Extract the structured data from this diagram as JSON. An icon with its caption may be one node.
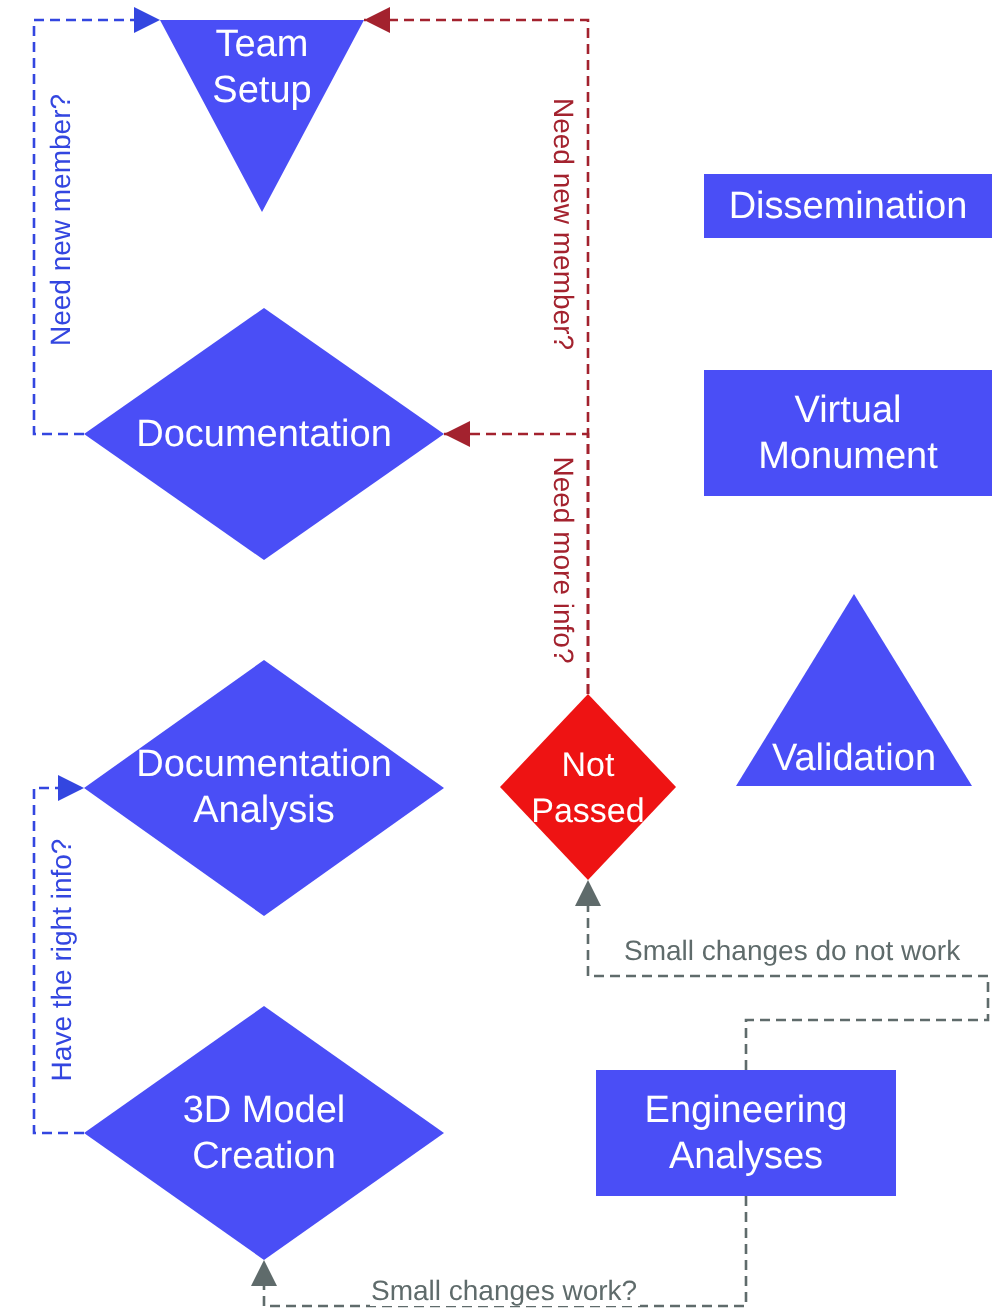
{
  "diagram": {
    "nodes": [
      {
        "text": [
          "Team Setup"
        ]
      },
      {
        "text": [
          "Documentation"
        ]
      },
      {
        "text": [
          "Dissemination"
        ]
      },
      {
        "text": [
          "Virtual Monument"
        ]
      },
      {
        "text": [
          "Documentation Analysis"
        ]
      },
      {
        "text": [
          "Not Passed"
        ]
      },
      {
        "text": [
          "Validation"
        ]
      },
      {
        "text": [
          "3D Model Creation"
        ]
      },
      {
        "text": [
          "Engineering Analyses"
        ]
      }
    ],
    "edges": [
      {
        "from": 1,
        "to": 0,
        "arrow": "to",
        "label": "Need new member?",
        "style": "dashed",
        "color": "#3346e0"
      },
      {
        "from": 5,
        "to": 0,
        "arrow": "to",
        "label": "Need new member?",
        "style": "dashed",
        "color": "#a3222e"
      },
      {
        "from": 5,
        "to": 1,
        "arrow": "to",
        "label": "Need more info?",
        "style": "dashed",
        "color": "#a3222e"
      },
      {
        "from": 7,
        "to": 4,
        "arrow": "to",
        "label": "Have the right info?",
        "style": "dashed",
        "color": "#3346e0"
      },
      {
        "from": 8,
        "to": 7,
        "arrow": "to",
        "label": "Small changes work?",
        "style": "dashed",
        "color": "#5f6b6b"
      },
      {
        "from": 8,
        "to": 5,
        "arrow": "to",
        "label": "Small changes do not work",
        "style": "dashed",
        "color": "#5f6b6b"
      }
    ]
  }
}
